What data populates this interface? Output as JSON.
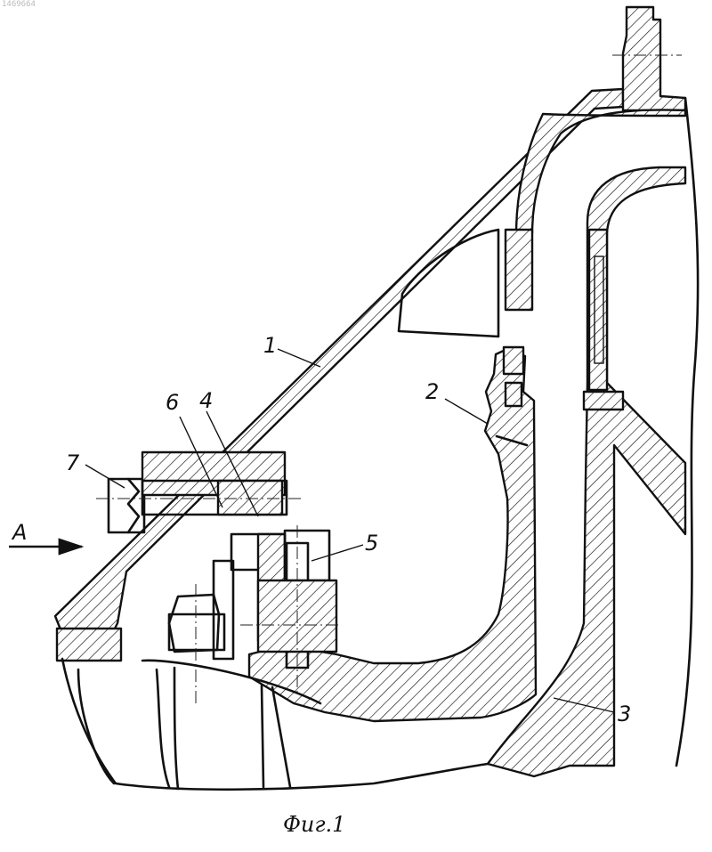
{
  "document_id": "1469664",
  "caption": "Фиг.1",
  "arrow_label": "А",
  "part_labels": [
    "1",
    "2",
    "3",
    "4",
    "5",
    "6",
    "7"
  ],
  "colors": {
    "ink": "#111111",
    "paper": "#ffffff"
  }
}
